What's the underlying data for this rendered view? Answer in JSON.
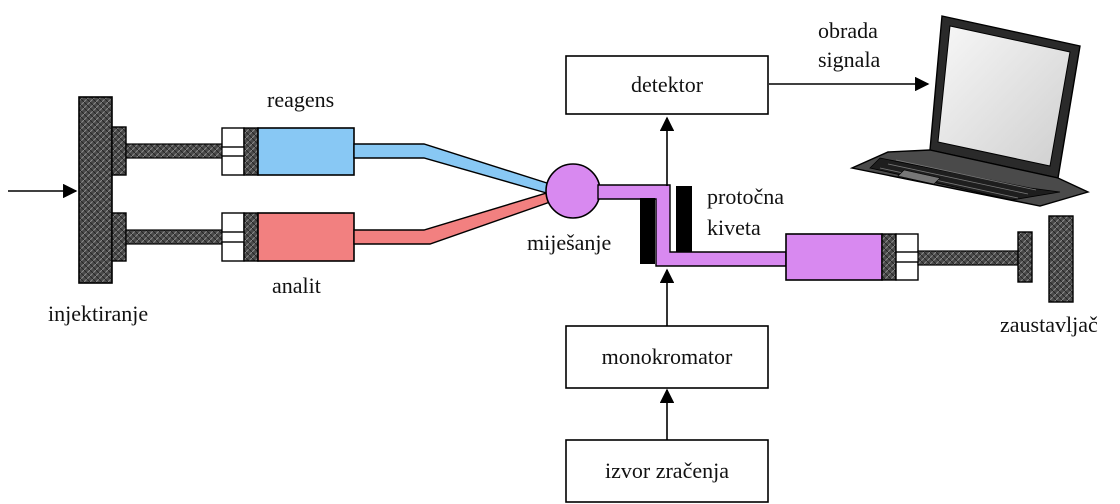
{
  "labels": {
    "reagent": "reagens",
    "analyte": "analit",
    "injection": "injektiranje",
    "mixing": "miješanje",
    "flow_cell_line1": "protočna",
    "flow_cell_line2": "kiveta",
    "signal_line1": "obrada",
    "signal_line2": "signala",
    "stopper": "zaustavljač",
    "detector": "detektor",
    "monochromator": "monokromator",
    "source": "izvor zračenja"
  },
  "colors": {
    "reagent": "#88c8f4",
    "analyte": "#f28080",
    "mixture": "#d889f0",
    "block": "#3a3a3a",
    "line": "#000000"
  },
  "icons": {
    "computer": "laptop-icon"
  }
}
